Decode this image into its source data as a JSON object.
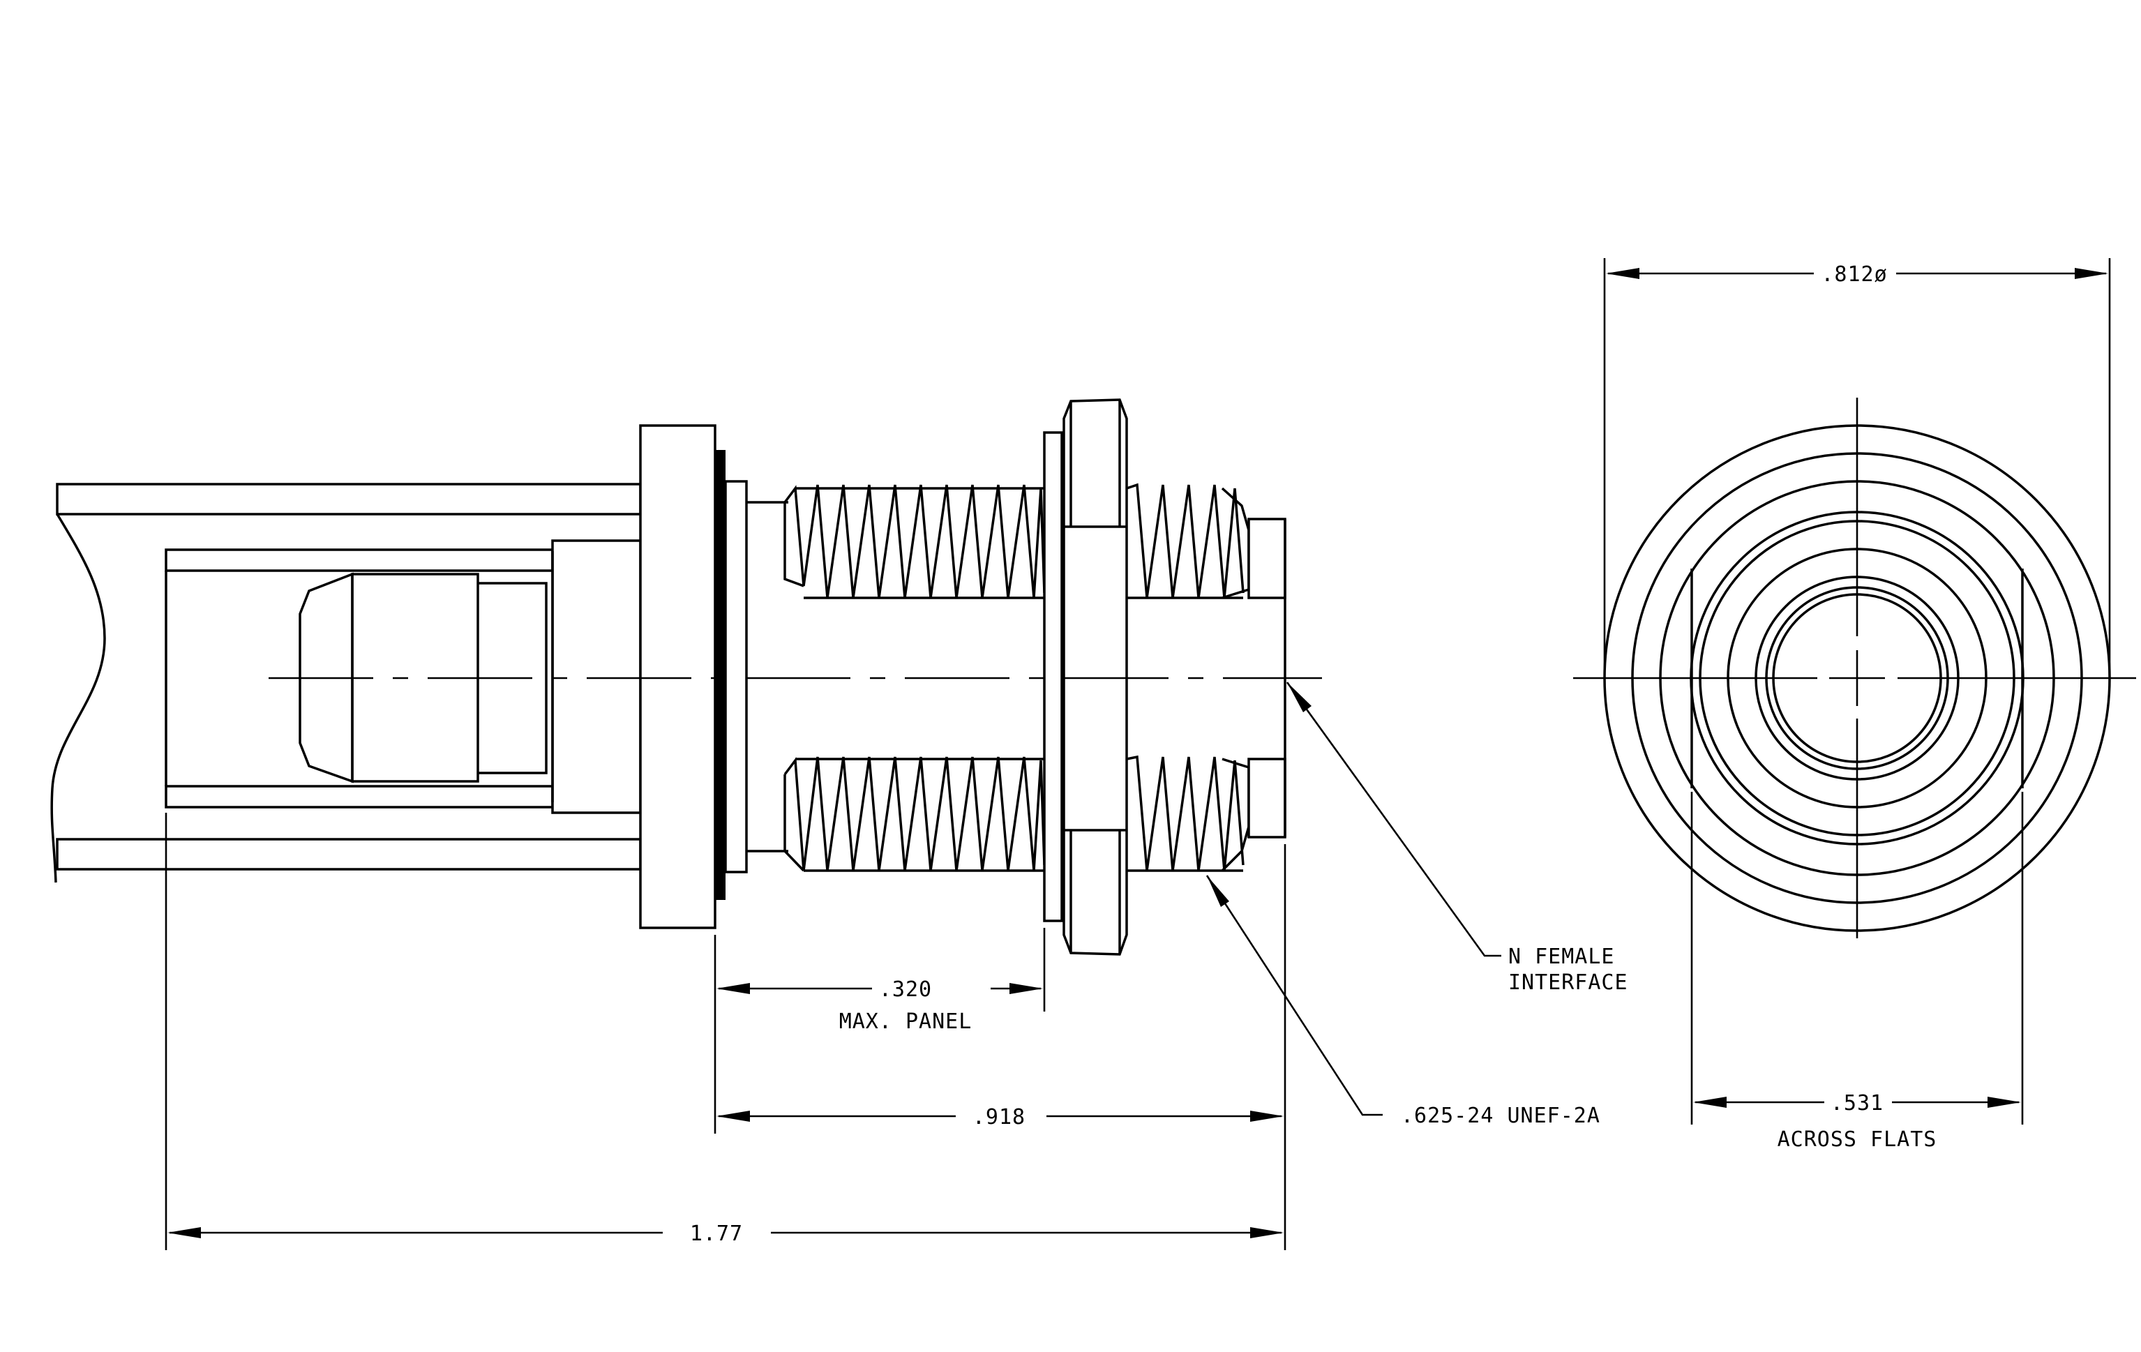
{
  "dimensions": {
    "overall_length": "1.77",
    "body_length": ".918",
    "max_panel_value": ".320",
    "max_panel_label": "MAX. PANEL",
    "outer_diameter": ".812ø",
    "flats_value": ".531",
    "flats_label": "ACROSS FLATS"
  },
  "callouts": {
    "interface_line1": "N FEMALE",
    "interface_line2": "INTERFACE",
    "thread": ".625-24 UNEF-2A"
  }
}
